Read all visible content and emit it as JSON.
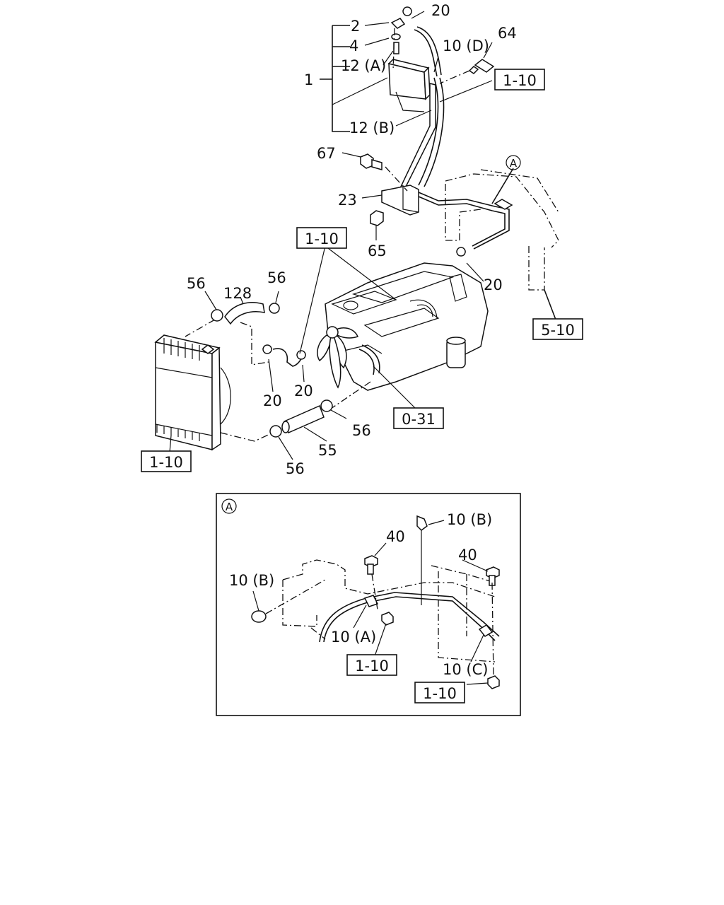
{
  "callouts": {
    "c2": "2",
    "c20_top": "20",
    "c4": "4",
    "c1": "1",
    "c12a": "12 (A)",
    "c10d": "10 (D)",
    "c64": "64",
    "c12b": "12 (B)",
    "c67": "67",
    "c23": "23",
    "c65": "65",
    "c20_right": "20",
    "c56_left": "56",
    "c128": "128",
    "c56_mid": "56",
    "c20_a": "20",
    "c20_b": "20",
    "c56_low": "56",
    "c55": "55",
    "c56_bottom": "56",
    "circle_a_top": "A"
  },
  "refs": {
    "r110_top": "1-10",
    "r110_engine": "1-10",
    "r510": "5-10",
    "r031": "0-31",
    "r110_radiator": "1-10"
  },
  "detail_a": {
    "marker": "A",
    "c10b_top": "10 (B)",
    "c40_left": "40",
    "c40_right": "40",
    "c10b_left": "10 (B)",
    "c10a": "10 (A)",
    "c10c": "10 (C)",
    "r110_a": "1-10",
    "r110_c": "1-10"
  }
}
